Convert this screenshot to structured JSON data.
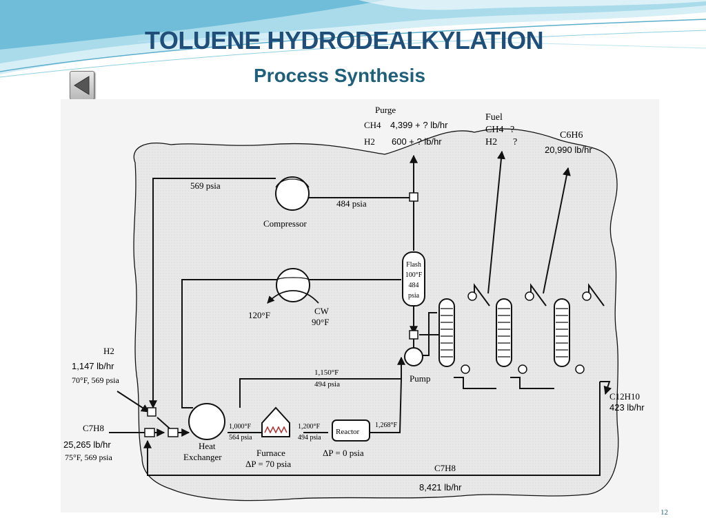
{
  "slide": {
    "title": "TOLUENE HYDRODEALKYLATION",
    "subtitle": "Process Synthesis",
    "page_number": "12",
    "back_icon": "triangle-left-icon"
  },
  "colors": {
    "title": "#1f4e79",
    "subtitle": "#1f5f7a",
    "header_wave": "#7fc6dd",
    "diagram_bg": "#f3f3f3",
    "blob_fill": "#e6e6e6"
  },
  "diagram": {
    "purge": {
      "title": "Purge",
      "ch4_label": "CH4",
      "ch4_value": "4,399 + ? lb/hr",
      "h2_label": "H2",
      "h2_value": "600 + ?  lb/hr"
    },
    "fuel": {
      "title": "Fuel",
      "ch4_label": "CH4",
      "ch4_value": "?",
      "h2_label": "H2",
      "h2_value": "?"
    },
    "benzene": {
      "label": "C6H6",
      "value": "20,990 lb/hr"
    },
    "recycle_pressure": "569 psia",
    "compressor": {
      "label": "Compressor",
      "outlet_pressure": "484 psia"
    },
    "flash": {
      "line1": "Flash",
      "line2": "100°F",
      "line3": "484",
      "line4": "psia"
    },
    "cooler": {
      "temp": "120°F",
      "cw_label": "CW",
      "cw_temp": "90°F"
    },
    "h2_feed": {
      "label": "H2",
      "flow": "1,147  lb/hr",
      "conditions": "70°F, 569 psia"
    },
    "toluene_feed": {
      "label": "C7H8",
      "flow": "25,265  lb/hr",
      "conditions": "75°F, 569 psia"
    },
    "effluent": {
      "temp": "1,150°F",
      "pressure": "494 psia"
    },
    "pump": {
      "label": "Pump"
    },
    "heat_exchanger": {
      "label_line1": "Heat",
      "label_line2": "Exchanger",
      "out_temp": "1,000°F",
      "out_pressure": "564 psia"
    },
    "furnace": {
      "label": "Furnace",
      "dp": "ΔP = 70 psia",
      "out_temp": "1,200°F",
      "out_pressure": "494 psia"
    },
    "reactor": {
      "label": "Reactor",
      "dp": "ΔP = 0 psia",
      "out_temp": "1,268°F"
    },
    "diphenyl": {
      "label": "C12H10",
      "value": "423 lb/hr"
    },
    "toluene_recycle": {
      "label": "C7H8",
      "value": "8,421 lb/hr"
    }
  }
}
